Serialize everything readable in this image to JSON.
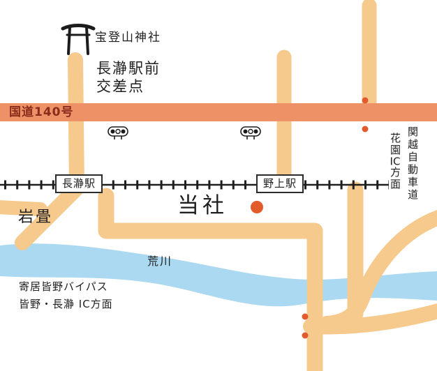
{
  "colors": {
    "bg": "#ffffff",
    "road": "#f6c98c",
    "route140": "#ee9166",
    "route140-text": "#8a2c1c",
    "river": "#abd9f1",
    "rail": "#1f1f1f",
    "ink": "#1f1f1f",
    "dot": "#e25b2c"
  },
  "labels": {
    "shrine": "宝登山神社",
    "intersection_line1": "長瀞駅前",
    "intersection_line2": "交差点",
    "route140": "国道140号",
    "station_nagatoro": "長瀞駅",
    "station_nogami": "野上駅",
    "company": "当社",
    "iwadatami": "岩畳",
    "river": "荒川",
    "bypass_line1": "寄居皆野バイパス",
    "bypass_line2": "皆野・長瀞 IC方面",
    "expressway": "関越自動車道",
    "hanazono_pre": "花園",
    "hanazono_ic": "IC",
    "hanazono_post": "方面"
  },
  "icons": {
    "torii": "shrine torii gate",
    "traffic_light": "traffic signal symbol",
    "company_marker": "large orange filled circle",
    "junction_marker": "small orange dot"
  }
}
